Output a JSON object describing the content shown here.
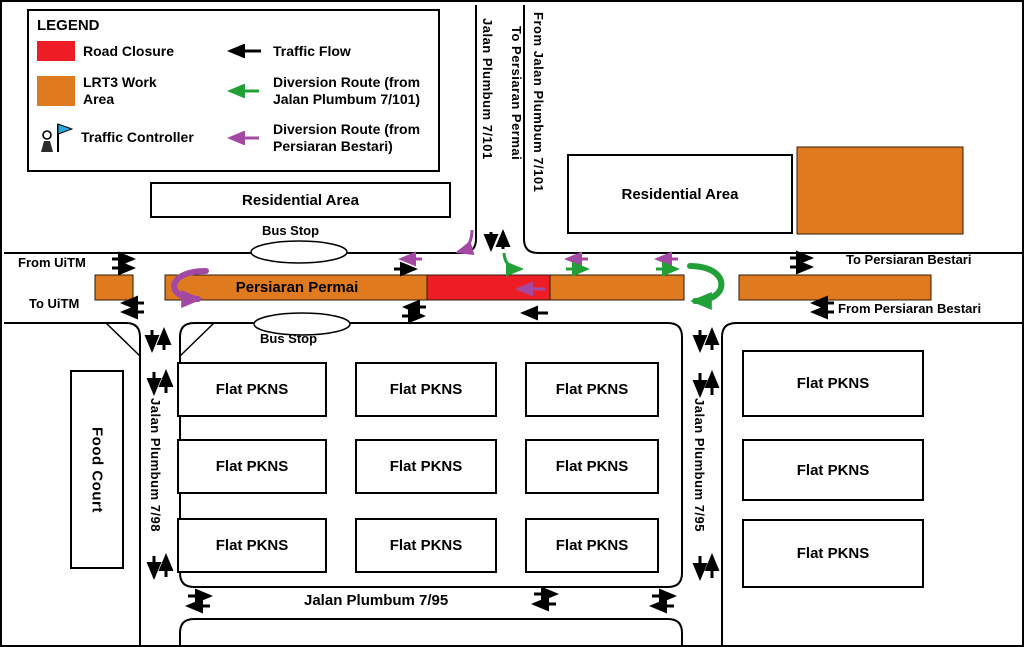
{
  "legend": {
    "title": "LEGEND",
    "road_closure": "Road Closure",
    "lrt3_work_area": "LRT3 Work Area",
    "traffic_controller": "Traffic Controller",
    "traffic_flow": "Traffic Flow",
    "diversion_route_jalan_plumbum": "Diversion Route (from Jalan Plumbum 7/101)",
    "diversion_route_persiaran_bestari": "Diversion Route (from Persiaran Bestari)"
  },
  "map": {
    "persiaran_permai": "Persiaran Permai",
    "jalan_plumbum_7_101": "Jalan Plumbum 7/101",
    "from_jalan_plumbum_7_101": "From Jalan Plumbum 7/101",
    "to_persiaran_permai": "To Persiaran Permai",
    "from_uitm": "From UiTM",
    "to_uitm": "To UiTM",
    "to_persiaran_bestari": "To Persiaran Bestari",
    "from_persiaran_bestari": "From Persiaran Bestari",
    "residential_area": "Residential Area",
    "bus_stop": "Bus Stop",
    "food_court": "Food Court",
    "flat_pkns": "Flat PKNS",
    "jalan_plumbum_7_98": "Jalan Plumbum 7/98",
    "jalan_plumbum_7_95": "Jalan Plumbum 7/95"
  },
  "colors": {
    "road_closure": "#ee1c25",
    "work_area": "#df7b1e",
    "traffic_flow": "#000000",
    "diversion_jalan_plumbum": "#21a038",
    "diversion_persiaran_bestari": "#a349a4",
    "controller_flag": "#29abe2"
  }
}
